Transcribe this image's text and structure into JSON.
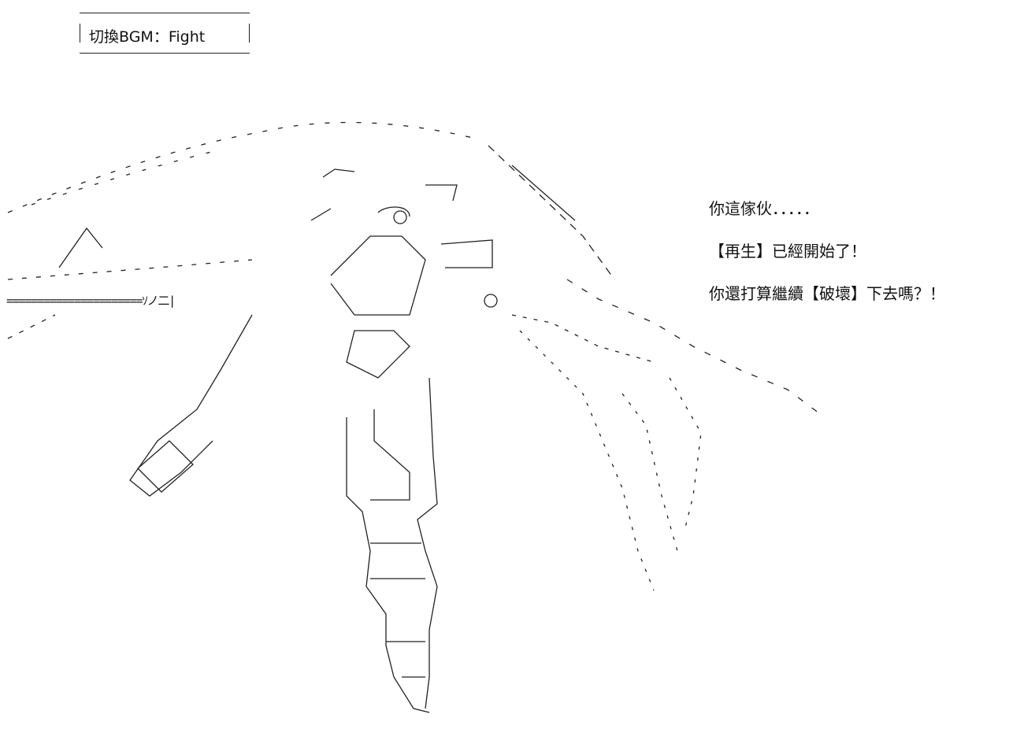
{
  "bgm_box": {
    "label": "切換BGM：Fight"
  },
  "dialog": {
    "lines": [
      "你這傢伙．．．．．",
      "【再生】已經開始了！",
      "你還打算繼續【破壞】下去嗎？！"
    ]
  },
  "art": {
    "beam_text": "======================ｿノ二|"
  },
  "colors": {
    "ink": "#111111",
    "background": "#ffffff"
  }
}
